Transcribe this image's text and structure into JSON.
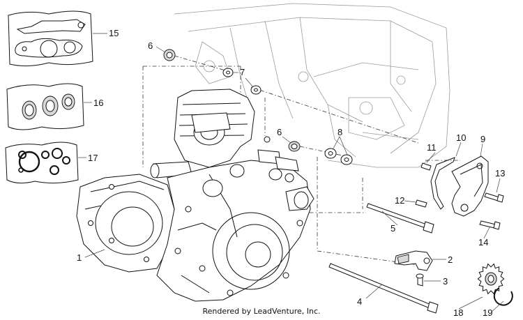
{
  "credit": "Rendered by LeadVenture, Inc.",
  "callouts": {
    "c1": "1",
    "c2": "2",
    "c3": "3",
    "c4": "4",
    "c5": "5",
    "c6a": "6",
    "c6b": "6",
    "c7": "7",
    "c8": "8",
    "c9": "9",
    "c10": "10",
    "c11": "11",
    "c12": "12",
    "c13": "13",
    "c14": "14",
    "c15": "15",
    "c16": "16",
    "c17": "17",
    "c18": "18",
    "c19": "19"
  }
}
